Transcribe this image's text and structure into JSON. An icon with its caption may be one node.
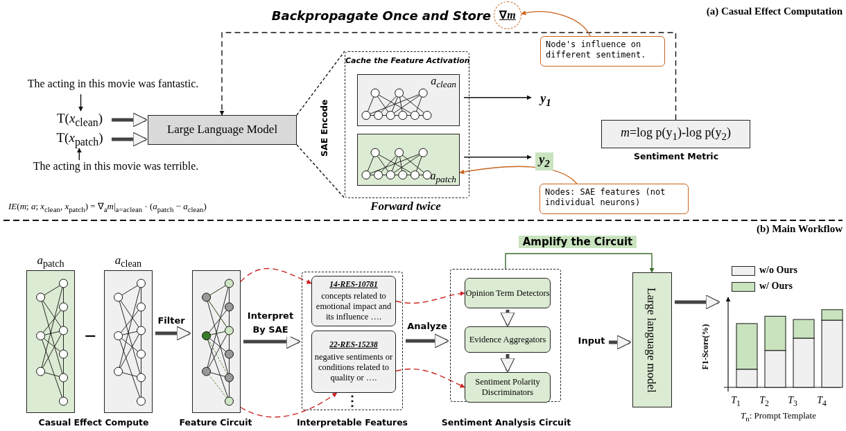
{
  "diagram": {
    "nodes": [
      {
        "text": [
          "The acting in this movie was fantastic."
        ]
      },
      {
        "text": [
          "T(*x*$_{clean}$)"
        ]
      },
      {
        "text": [
          "T(*x*$_{patch}$)"
        ]
      },
      {
        "text": [
          "The acting in this movie was terrible."
        ]
      },
      {
        "text": [
          "Large Language Model"
        ]
      },
      {
        "text": [
          "Cache the Feature Activation"
        ],
        "beside": [
          "SAE Encode",
          "Forward twice"
        ]
      },
      {
        "text": [
          "*a*$_{clean}$"
        ],
        "in": 5
      },
      {
        "text": [
          "*a*$_{patch}$"
        ],
        "in": 5
      },
      {
        "text": [
          "*y*$_{1}$"
        ]
      },
      {
        "text": [
          "*y*$_{2}$"
        ]
      },
      {
        "text": [
          "∇*m*"
        ]
      },
      {
        "text": [
          "Node's influence on different sentiment."
        ]
      },
      {
        "text": [
          "*m*=log p(y$_{1}$)-log p(y$_{2}$)"
        ],
        "beside": [
          "Sentiment Metric"
        ]
      },
      {
        "text": [
          "Nodes: SAE features (not individual neurons)"
        ]
      },
      {
        "text": [
          "*a*$_{patch}$"
        ]
      },
      {
        "text": [
          "*a*$_{clean}$"
        ]
      },
      {
        "text": [],
        "shape": "box",
        "beside": [
          "Feature Circuit"
        ]
      },
      {
        "text": [],
        "shape": "box",
        "beside": [
          "Interpretable Features"
        ]
      },
      {
        "text": [
          "14-RES-10781",
          "concepts related to emotional impact and its influence …."
        ],
        "in": 17
      },
      {
        "text": [
          "22-RES-15238",
          "negative sentiments or conditions related to quality or …."
        ],
        "in": 17
      },
      {
        "text": [],
        "shape": "box",
        "beside": [
          "Sentiment Analysis Circuit"
        ]
      },
      {
        "text": [
          "Opinion Term Detectors"
        ],
        "in": 20
      },
      {
        "text": [
          "Evidence Aggregators"
        ],
        "in": 20
      },
      {
        "text": [
          "Sentiment Polarity Discriminators"
        ],
        "in": 20
      },
      {
        "text": [
          "Large language model"
        ]
      },
      {
        "text": [],
        "shape": "picture"
      }
    ],
    "edges": [
      {
        "from": 0,
        "to": 1,
        "arrow": "to"
      },
      {
        "from": 3,
        "to": 2,
        "arrow": "to"
      },
      {
        "from": 1,
        "to": 4,
        "arrow": "to",
        "style": "thick"
      },
      {
        "from": 2,
        "to": 4,
        "arrow": "to",
        "style": "thick"
      },
      {
        "from": 4,
        "to": 5,
        "arrow": "none",
        "style": "dashed"
      },
      {
        "from": 4,
        "to": 5,
        "arrow": "none",
        "style": "dashed"
      },
      {
        "from": 6,
        "to": 8,
        "arrow": "to"
      },
      {
        "from": 7,
        "to": 9,
        "arrow": "to"
      },
      {
        "from": 12,
        "to": 4,
        "label": "Backpropagate Once and Store",
        "arrow": "to",
        "style": "dashed"
      },
      {
        "from": 11,
        "to": 10,
        "arrow": "to",
        "color": "#c8641e"
      },
      {
        "from": 13,
        "to": 7,
        "arrow": "to",
        "color": "#c8641e"
      },
      {
        "from": 15,
        "to": 16,
        "label": "Filter",
        "arrow": "to",
        "style": "thick"
      },
      {
        "from": 16,
        "to": 17,
        "label": "Interpret By SAE",
        "arrow": "to",
        "style": "thick"
      },
      {
        "from": 16,
        "to": 18,
        "arrow": "to",
        "style": "dashed",
        "color": "#cc2222"
      },
      {
        "from": 16,
        "to": 19,
        "arrow": "to",
        "style": "dashed",
        "color": "#cc2222"
      },
      {
        "from": 18,
        "to": 21,
        "arrow": "to",
        "style": "dashed",
        "color": "#cc2222"
      },
      {
        "from": 19,
        "to": 23,
        "arrow": "to",
        "style": "dashed",
        "color": "#cc2222"
      },
      {
        "from": 17,
        "to": 20,
        "label": "Analyze",
        "arrow": "to",
        "style": "thick"
      },
      {
        "from": 21,
        "to": 22,
        "arrow": "to",
        "style": "thick"
      },
      {
        "from": 22,
        "to": 23,
        "arrow": "to",
        "style": "thick"
      },
      {
        "from": 20,
        "to": 24,
        "label": "Amplify the Circuit",
        "arrow": "to",
        "color": "#3a6b2a"
      },
      {
        "from": null,
        "to": 24,
        "label": "Input",
        "arrow": "to",
        "style": "thick"
      },
      {
        "from": 24,
        "to": 25,
        "arrow": "to",
        "style": "thick"
      }
    ],
    "labels": [
      "(a) Casual Effect Computation",
      "*IE*(*m*; *a*; *x*$_{clean}$, *x*$_{patch}$) = ∇$_{a}$*m*|$_{a=aclean}$ · (*a*$_{patch}$ − *a*$_{clean}$)",
      "(b) Main Workflow",
      "−",
      "Casual Effect Compute",
      "⋮",
      "F1-Score(%)",
      "*T*$_{1}$",
      "*T*$_{2}$",
      "*T*$_{3}$",
      "*T*$_{4}$",
      "*T*$_{n}$: Prompt Template"
    ],
    "legend": [
      {
        "text": "w/o Ours",
        "color": "#f0f0f0"
      },
      {
        "text": "w/ Ours",
        "color": "#c9e3bf"
      }
    ]
  }
}
